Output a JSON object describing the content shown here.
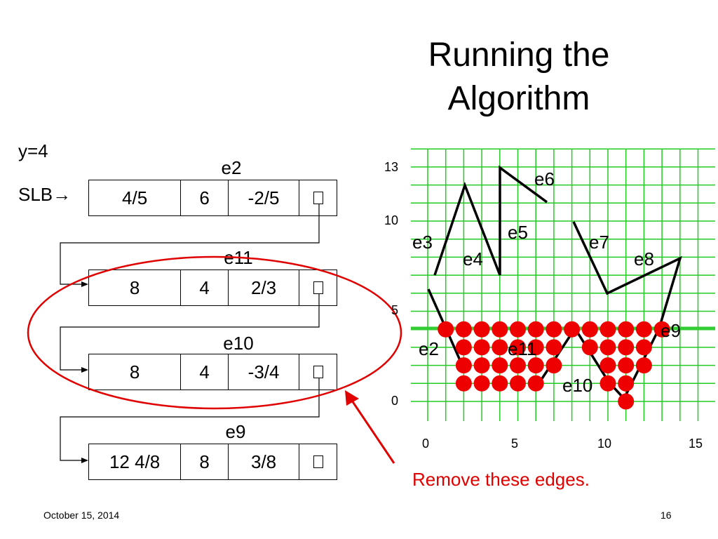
{
  "title": [
    "Running the",
    "Algorithm"
  ],
  "y_label": "y=4",
  "slb_label": "SLB",
  "arrow_glyph": "→",
  "records": [
    {
      "name": "e2",
      "cells": [
        "4/5",
        "6",
        "-2/5"
      ]
    },
    {
      "name": "e11",
      "cells": [
        "8",
        "4",
        "2/3"
      ]
    },
    {
      "name": "e10",
      "cells": [
        "8",
        "4",
        "-3/4"
      ]
    },
    {
      "name": "e9",
      "cells": [
        "12 4/8",
        "8",
        "3/8"
      ]
    }
  ],
  "annotation": "Remove these edges.",
  "footer": {
    "date": "October 15, 2014",
    "page": "16"
  },
  "colors": {
    "grid": "#22cc22",
    "dot": "#ee0000",
    "highlight": "#e00000",
    "scanline": "#33cc33"
  },
  "grid": {
    "x_ticks": [
      "0",
      "5",
      "10",
      "15"
    ],
    "y_ticks": [
      "0",
      "5",
      "10",
      "13"
    ],
    "edge_labels": [
      "e2",
      "e3",
      "e4",
      "e5",
      "e6",
      "e7",
      "e8",
      "e9",
      "e10",
      "e11"
    ]
  }
}
